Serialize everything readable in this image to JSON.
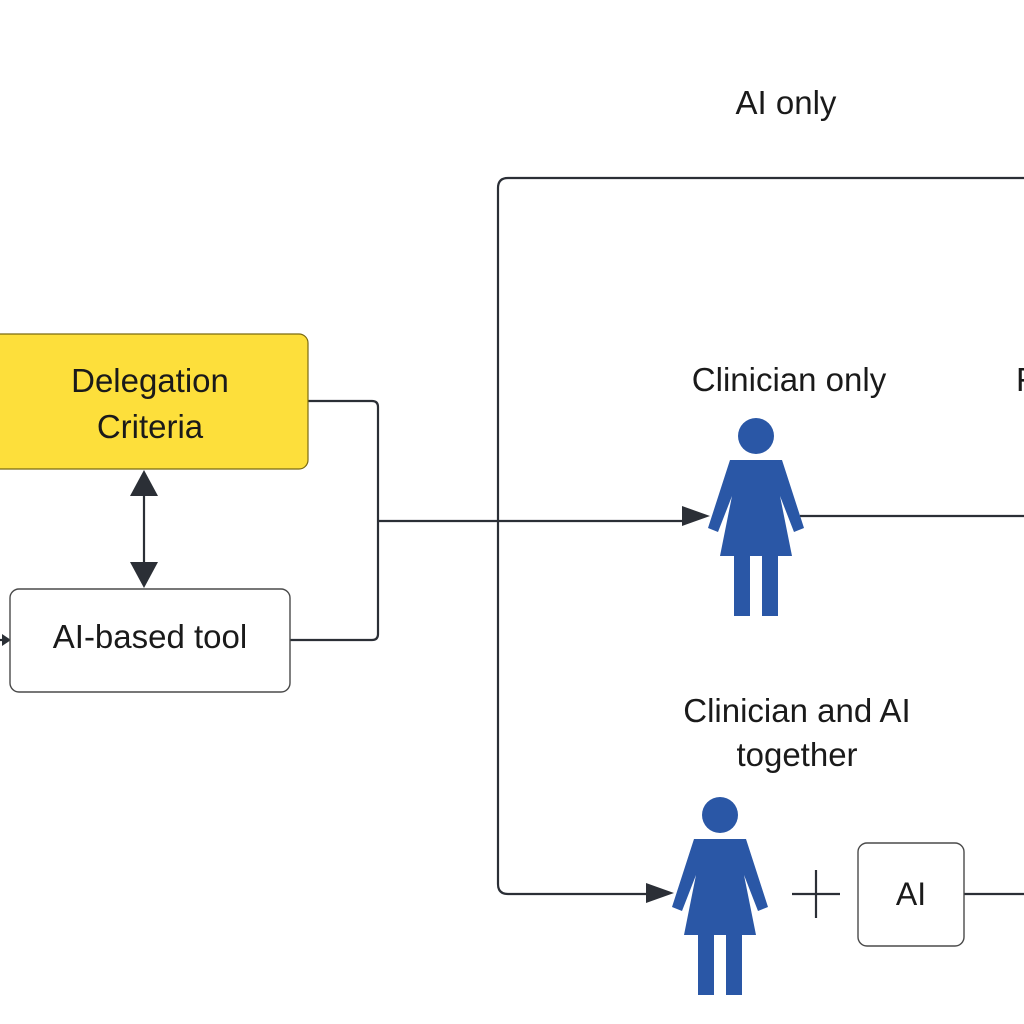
{
  "labels": {
    "ai_only": "AI only",
    "clinician_only": "Clinician only",
    "clinician_and_ai_line1": "Clinician and AI",
    "clinician_and_ai_line2": "together",
    "partial_right_edge": "F"
  },
  "boxes": {
    "delegation_line1": "Delegation",
    "delegation_line2": "Criteria",
    "ai_tool": "AI-based tool",
    "ai_small": "AI"
  },
  "colors": {
    "delegation_fill": "#fddf3b",
    "person": "#2a57a6",
    "line": "#2b2f36"
  },
  "icons": {
    "person": "person-icon",
    "plus": "plus-sign"
  }
}
